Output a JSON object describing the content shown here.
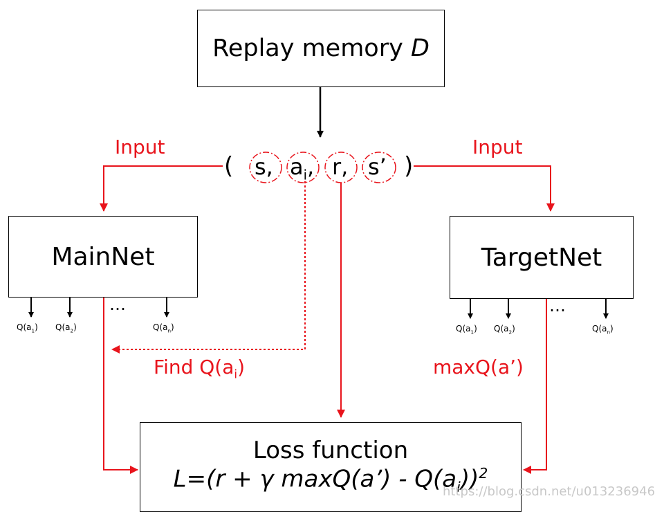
{
  "nodes": {
    "replay": {
      "label": "Replay memory ",
      "label_italic": "D"
    },
    "mainnet": {
      "label": "MainNet"
    },
    "targetnet": {
      "label": "TargetNet"
    },
    "loss": {
      "line1": "Loss function",
      "line2_prefix": "L=(r + γ maxQ(a’) - Q(a",
      "line2_sub": "i",
      "line2_suffix": "))",
      "line2_sup": "2"
    }
  },
  "tuple": {
    "open": "(",
    "s": "s,",
    "a": "a",
    "a_sub": "i",
    "a_comma": ",",
    "r": "r,",
    "s_prime": "s’",
    "close": ")"
  },
  "edges": {
    "input_left": "Input",
    "input_right": "Input",
    "find_q_prefix": "Find Q(a",
    "find_q_sub": "i",
    "find_q_suffix": ")",
    "max_q": "maxQ(a’)"
  },
  "outputs": {
    "main": [
      {
        "pre": "Q(a",
        "sub": "1",
        "post": ")"
      },
      {
        "pre": "Q(a",
        "sub": "2",
        "post": ")"
      },
      {
        "pre": "Q(a",
        "sub": "n",
        "post": ")"
      }
    ],
    "target": [
      {
        "pre": "Q(a",
        "sub": "1",
        "post": ")"
      },
      {
        "pre": "Q(a",
        "sub": "2",
        "post": ")"
      },
      {
        "pre": "Q(a",
        "sub": "n",
        "post": ")"
      }
    ],
    "ellipsis": "…"
  },
  "watermark": "https://blog.csdn.net/u013236946",
  "colors": {
    "red": "#e8141c",
    "black": "#000000"
  }
}
